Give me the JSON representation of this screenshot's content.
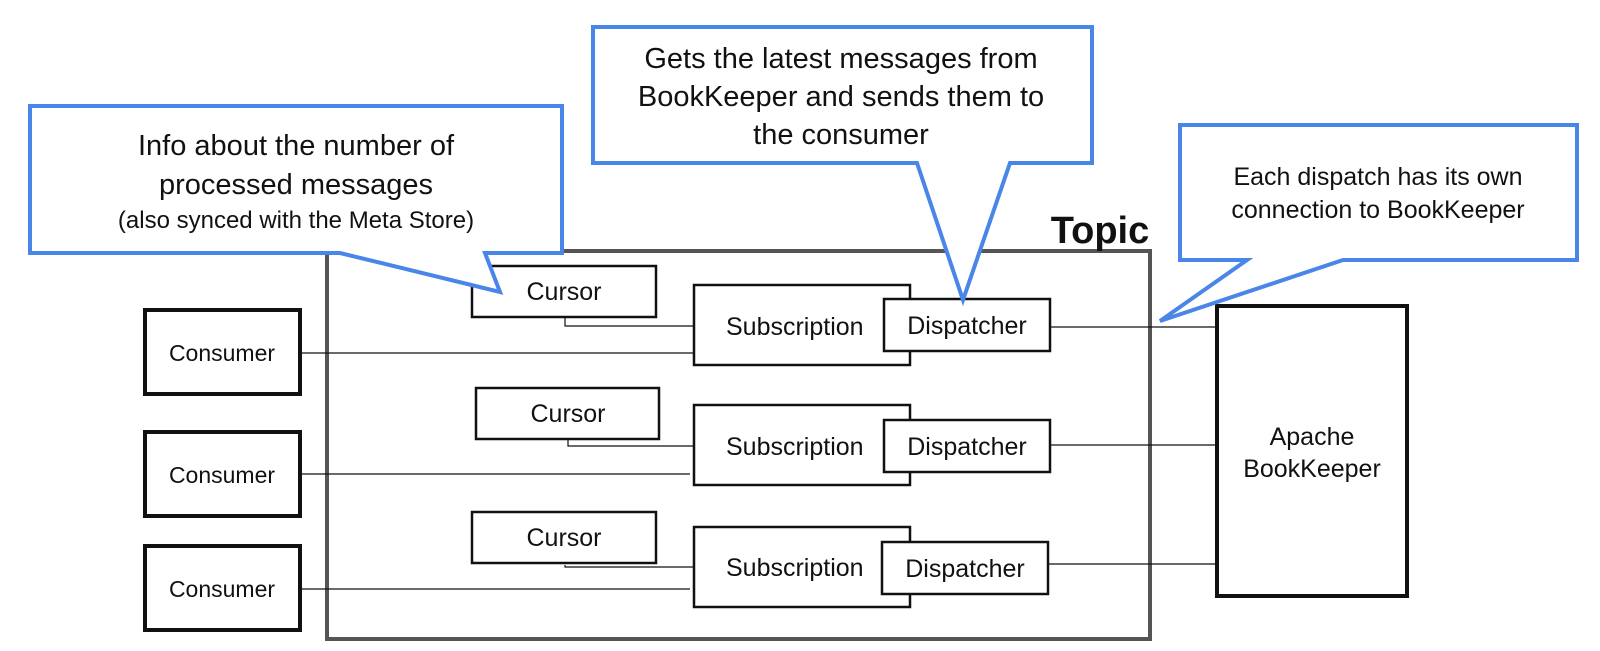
{
  "topic": {
    "label": "Topic"
  },
  "consumers": [
    {
      "label": "Consumer"
    },
    {
      "label": "Consumer"
    },
    {
      "label": "Consumer"
    }
  ],
  "cursors": [
    {
      "label": "Cursor"
    },
    {
      "label": "Cursor"
    },
    {
      "label": "Cursor"
    }
  ],
  "subscriptions": [
    {
      "label": "Subscription"
    },
    {
      "label": "Subscription"
    },
    {
      "label": "Subscription"
    }
  ],
  "dispatchers": [
    {
      "label": "Dispatcher"
    },
    {
      "label": "Dispatcher"
    },
    {
      "label": "Dispatcher"
    }
  ],
  "bookkeeper": {
    "line1": "Apache",
    "line2": "BookKeeper"
  },
  "callouts": {
    "cursor_info": {
      "line1": "Info about the number of",
      "line2": "processed messages",
      "line3": "(also synced with the Meta Store)"
    },
    "dispatcher_info": {
      "line1": "Gets the latest messages from",
      "line2": "BookKeeper and sends them to",
      "line3": "the consumer"
    },
    "connection_info": {
      "line1": "Each dispatch has its own",
      "line2": "connection to BookKeeper"
    }
  },
  "colors": {
    "callout_border": "#4a86e8",
    "box_border": "#111111",
    "topic_border": "#555555"
  }
}
